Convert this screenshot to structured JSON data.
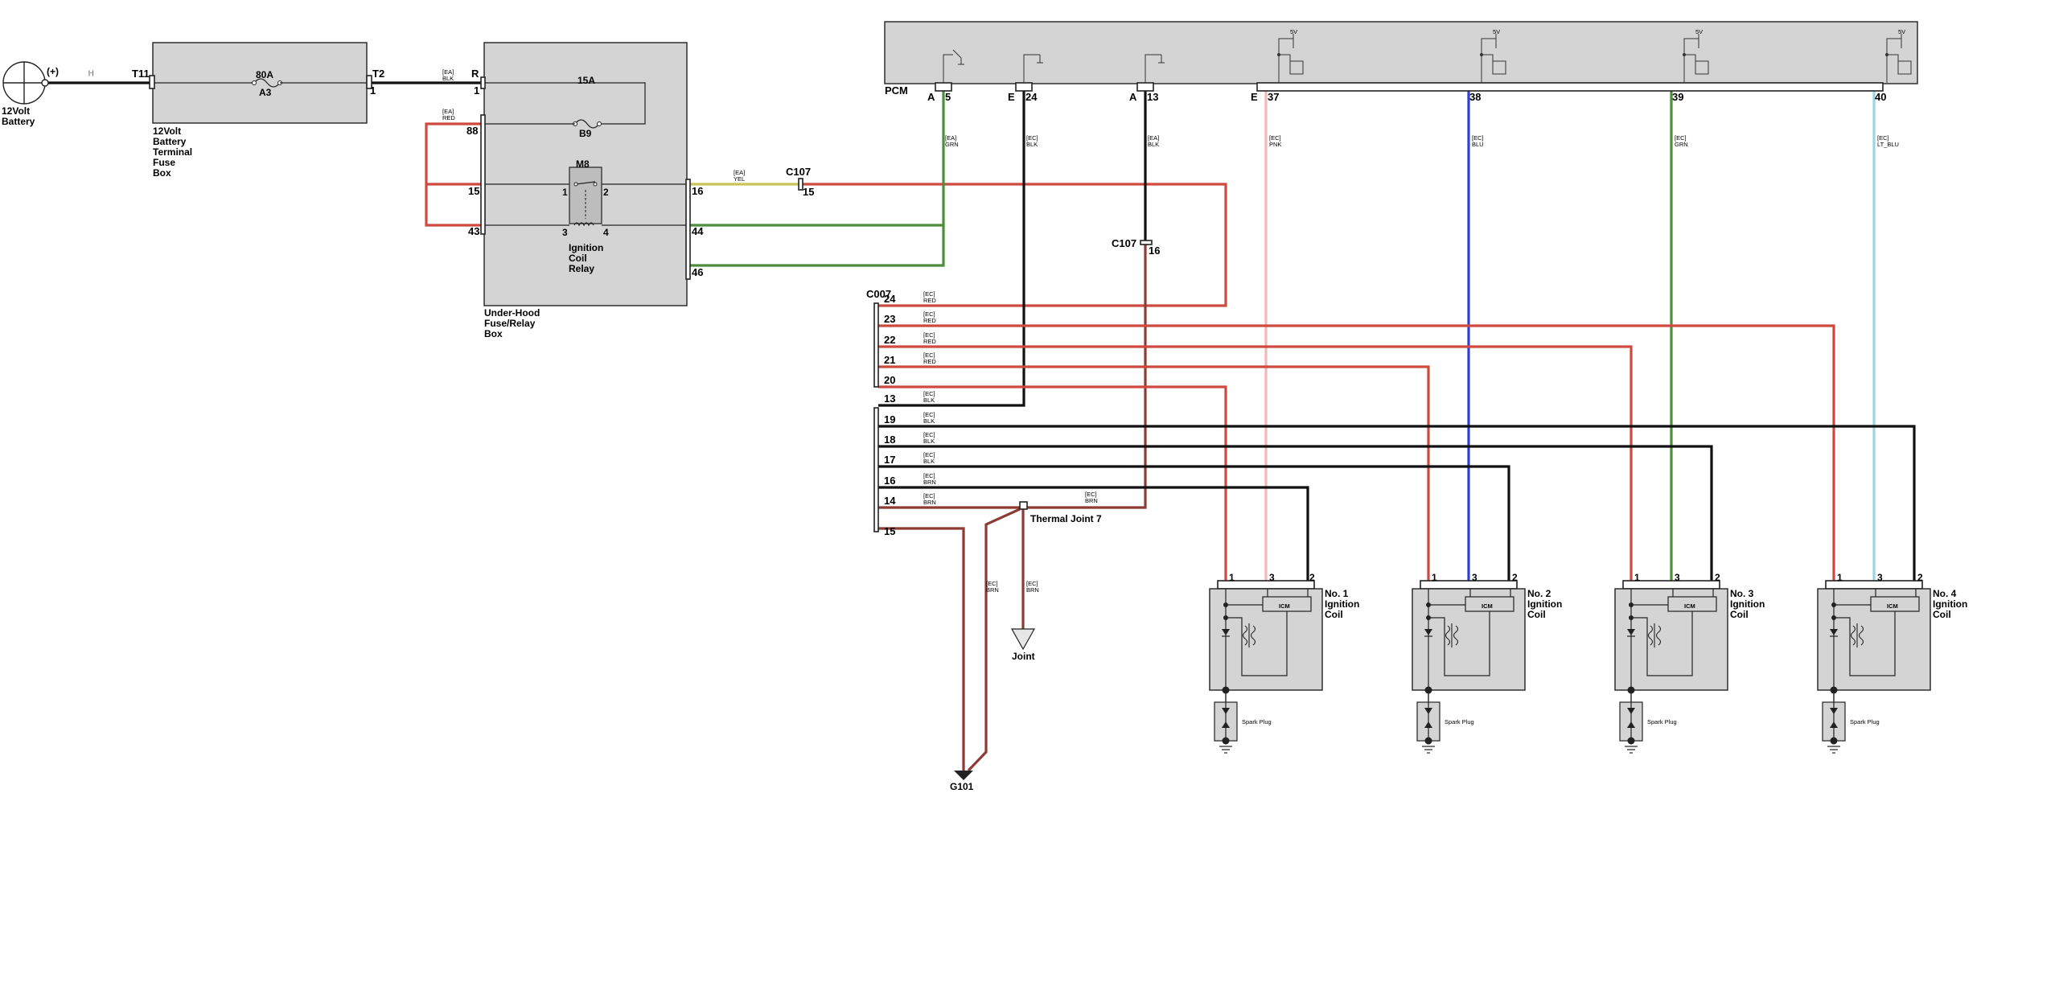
{
  "colors": {
    "RED": "#cf4a3e",
    "BLK": "#111111",
    "GRN": "#4d8e3a",
    "YEL": "#c9c45a",
    "PNK": "#f2b8b8",
    "BLU": "#2f3fd6",
    "LT_BLU": "#9fd2e6",
    "BRN": "#8e3b34",
    "box_fill": "#d4d4d4"
  },
  "battery": {
    "polarity": "(+)",
    "neg": "|-|",
    "name_line1": "12Volt",
    "name_line2": "Battery"
  },
  "terminal_box": {
    "t_left": "T11",
    "t_right": "T2",
    "pin_right": "1",
    "fuse_rating": "80A",
    "fuse_id": "A3",
    "name": [
      "12Volt",
      "Battery",
      "Terminal",
      "Fuse",
      "Box"
    ]
  },
  "underhood": {
    "pin_R": "R",
    "pin_1": "1",
    "pin_88": "88",
    "pin_15": "15",
    "pin_43": "43",
    "pin_16": "16",
    "pin_44": "44",
    "pin_46": "46",
    "fuse_rating": "15A",
    "fuse_id": "B9",
    "relay_id": "M8",
    "relay_p1": "1",
    "relay_p2": "2",
    "relay_p3": "3",
    "relay_p4": "4",
    "relay_name": [
      "Ignition",
      "Coil",
      "Relay"
    ],
    "name": [
      "Under-Hood",
      "Fuse/Relay",
      "Box"
    ]
  },
  "pcm": {
    "name": "PCM",
    "pins": [
      {
        "conn": "A",
        "num": "5"
      },
      {
        "conn": "E",
        "num": "24"
      },
      {
        "conn": "A",
        "num": "13"
      },
      {
        "conn": "E",
        "num": "37"
      },
      {
        "conn": "",
        "num": "38"
      },
      {
        "conn": "",
        "num": "39"
      },
      {
        "conn": "",
        "num": "40"
      }
    ],
    "supply": "5V"
  },
  "wire_labels": {
    "ea_blk": {
      "harness": "[EA]",
      "color": "BLK"
    },
    "ea_red": {
      "harness": "[EA]",
      "color": "RED"
    },
    "ea_yel": {
      "harness": "[EA]",
      "color": "YEL"
    },
    "ea_grn": {
      "harness": "[EA]",
      "color": "GRN"
    },
    "ec_blk": {
      "harness": "[EC]",
      "color": "BLK"
    },
    "ea_blk2": {
      "harness": "[EA]",
      "color": "BLK"
    },
    "ec_pnk": {
      "harness": "[EC]",
      "color": "PNK"
    },
    "ec_blu": {
      "harness": "[EC]",
      "color": "BLU"
    },
    "ec_grn": {
      "harness": "[EC]",
      "color": "GRN"
    },
    "ec_ltblu": {
      "harness": "[EC]",
      "color": "LT_BLU"
    },
    "ec_brn_tj": {
      "harness": "[EC]",
      "color": "BRN"
    },
    "ec_brn_g": {
      "harness": "[EC]",
      "color": "BRN"
    },
    "ec_brn_j": {
      "harness": "[EC]",
      "color": "BRN"
    }
  },
  "c107": {
    "name": "C107",
    "pin_a": "15",
    "pin_b": "16"
  },
  "c007": {
    "name": "C007",
    "pins": [
      {
        "num": "24",
        "harness": "[EC]",
        "color": "RED"
      },
      {
        "num": "23",
        "harness": "[EC]",
        "color": "RED"
      },
      {
        "num": "22",
        "harness": "[EC]",
        "color": "RED"
      },
      {
        "num": "21",
        "harness": "[EC]",
        "color": "RED"
      },
      {
        "num": "20",
        "harness": "",
        "color": ""
      },
      {
        "num": "13",
        "harness": "[EC]",
        "color": "BLK"
      },
      {
        "num": "19",
        "harness": "[EC]",
        "color": "BLK"
      },
      {
        "num": "18",
        "harness": "[EC]",
        "color": "BLK"
      },
      {
        "num": "17",
        "harness": "[EC]",
        "color": "BLK"
      },
      {
        "num": "16",
        "harness": "[EC]",
        "color": "BRN"
      },
      {
        "num": "14",
        "harness": "[EC]",
        "color": "BRN"
      },
      {
        "num": "15",
        "harness": "",
        "color": ""
      }
    ]
  },
  "thermal_joint": "Thermal Joint 7",
  "joint": "Joint",
  "ground": "G101",
  "coils": [
    {
      "no": "No. 1",
      "l2": "Ignition",
      "l3": "Coil",
      "icm": "ICM",
      "p1": "1",
      "p3": "3",
      "p2": "2",
      "plug": "Spark Plug"
    },
    {
      "no": "No. 2",
      "l2": "Ignition",
      "l3": "Coil",
      "icm": "ICM",
      "p1": "1",
      "p3": "3",
      "p2": "2",
      "plug": "Spark Plug"
    },
    {
      "no": "No. 3",
      "l2": "Ignition",
      "l3": "Coil",
      "icm": "ICM",
      "p1": "1",
      "p3": "3",
      "p2": "2",
      "plug": "Spark Plug"
    },
    {
      "no": "No. 4",
      "l2": "Ignition",
      "l3": "Coil",
      "icm": "ICM",
      "p1": "1",
      "p3": "3",
      "p2": "2",
      "plug": "Spark Plug"
    }
  ]
}
